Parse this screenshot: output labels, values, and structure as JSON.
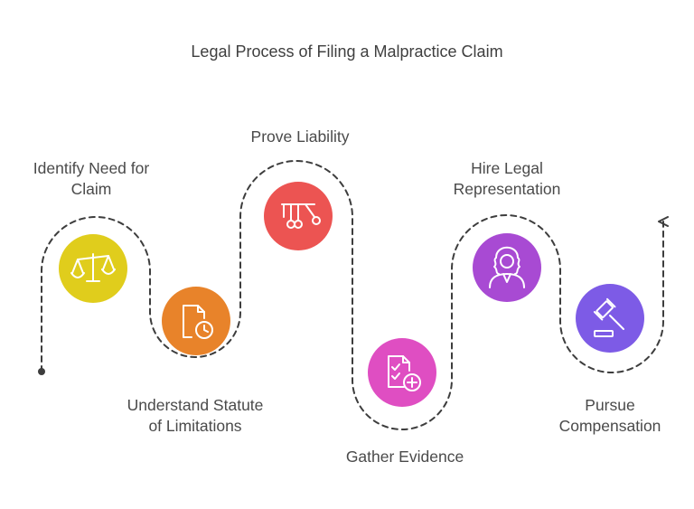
{
  "title": "Legal Process of Filing a Malpractice Claim",
  "colors": {
    "path": "#3d3d3d",
    "step1": "#e0cd1c",
    "step2": "#e8832a",
    "step3": "#ec5452",
    "step4": "#df4ec2",
    "step5": "#a84ad3",
    "step6": "#7d5be6",
    "icon": "#ffffff"
  },
  "steps": [
    {
      "lines": [
        "Identify Need for",
        "Claim"
      ],
      "icon": "scales-icon"
    },
    {
      "lines": [
        "Understand Statute",
        "of Limitations"
      ],
      "icon": "document-clock-icon"
    },
    {
      "lines": [
        "Prove Liability"
      ],
      "icon": "balance-pendulum-icon"
    },
    {
      "lines": [
        "Gather Evidence"
      ],
      "icon": "checklist-plus-icon"
    },
    {
      "lines": [
        "Hire Legal",
        "Representation"
      ],
      "icon": "lawyer-icon"
    },
    {
      "lines": [
        "Pursue",
        "Compensation"
      ],
      "icon": "gavel-icon"
    }
  ]
}
